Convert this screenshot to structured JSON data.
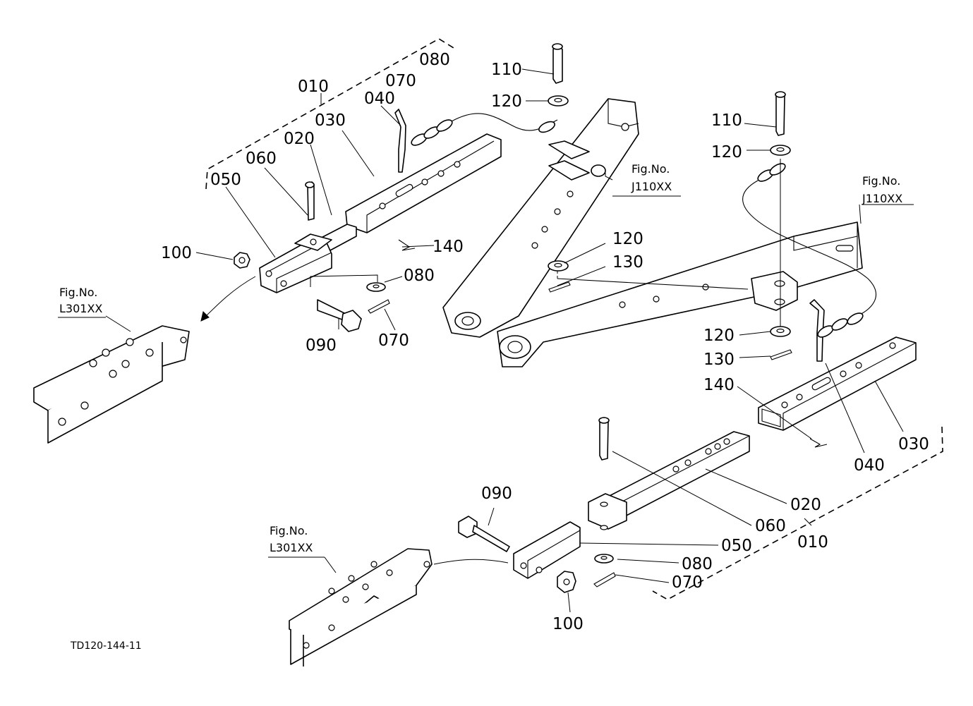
{
  "diagram_code": "TD120-144-11",
  "labels": {
    "l_010": "010",
    "l_020": "020",
    "l_030": "030",
    "l_040": "040",
    "l_050": "050",
    "l_060": "060",
    "l_070a": "070",
    "l_070b": "070",
    "l_080a": "080",
    "l_080b": "080",
    "l_090": "090",
    "l_100": "100",
    "l_140": "140",
    "l_110": "110",
    "l_120": "120",
    "c_120": "120",
    "c_130": "130",
    "r_110": "110",
    "r_120a": "120",
    "r_120b": "120",
    "r_130": "130",
    "r_140": "140",
    "r_040": "040",
    "r_030": "030",
    "b_090": "090",
    "b_020": "020",
    "b_060": "060",
    "b_010": "010",
    "b_050": "050",
    "b_080": "080",
    "b_070": "070",
    "b_100": "100"
  },
  "fig_refs": {
    "j1_fig": "Fig.No.",
    "j1_code": "J110XX",
    "j2_fig": "Fig.No.",
    "j2_code": "J110XX",
    "l1_fig": "Fig.No.",
    "l1_code": "L301XX",
    "l2_fig": "Fig.No.",
    "l2_code": "L301XX"
  }
}
